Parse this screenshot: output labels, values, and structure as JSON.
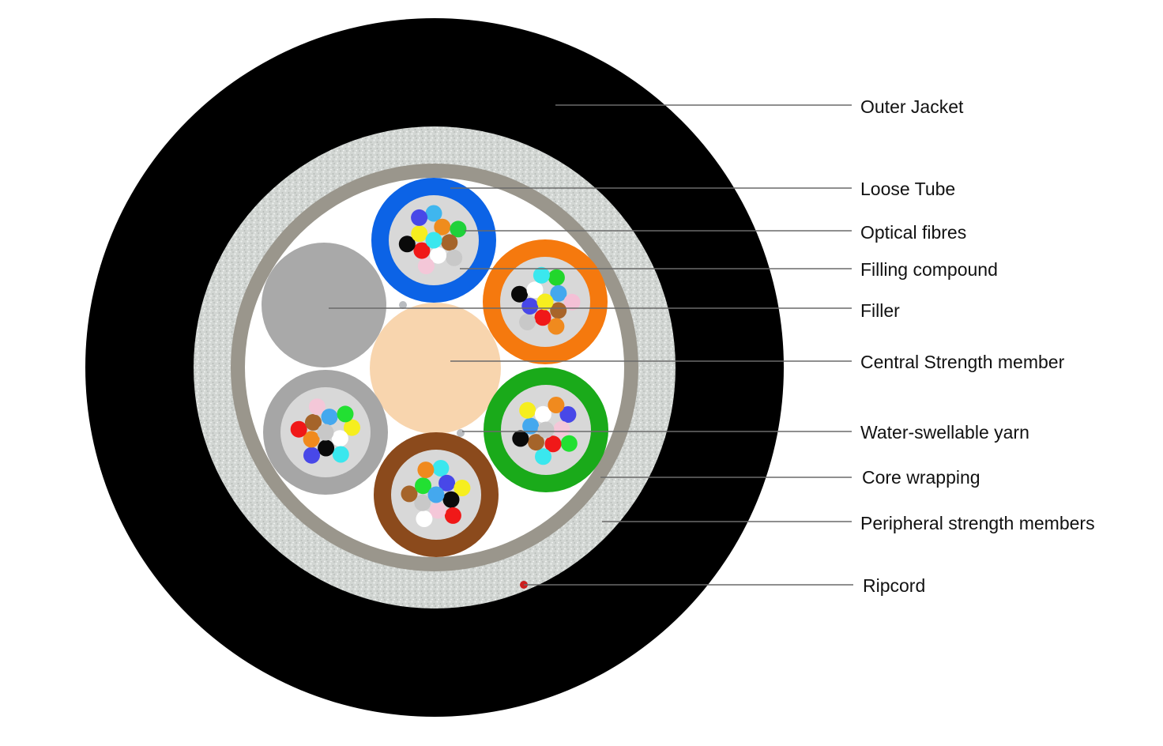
{
  "colors": {
    "outer_jacket": "#000000",
    "armour_layer": "#d3d6d4",
    "core_wrapping": "#9a968c",
    "core_fill": "#ffffff",
    "filler": "#a9a9a9",
    "central_member": "#f8d5ae",
    "tube_inner": "#d8d8d8",
    "tube_core": "#c9c9c9",
    "ripcord": "#cc1e1e",
    "yarn": "#b9bcc0",
    "leader_line": "#6a6a6a"
  },
  "tubes": [
    {
      "name": "blue-tube",
      "color": "#0c63e6",
      "fibres": [
        "#3fb6ee",
        "#ef8c1d",
        "#1fd13a",
        "#a5642a",
        "#c8c8c8",
        "#ffffff",
        "#f4c7d8",
        "#f01818",
        "#0a0a0a",
        "#f6ee1e",
        "#4848e8",
        "#3ae7ee"
      ]
    },
    {
      "name": "orange-tube",
      "color": "#f5790e",
      "fibres": [
        "#22d62c",
        "#44a8ee",
        "#f4c0d6",
        "#a8652a",
        "#f08a1e",
        "#f01818",
        "#c8c8c8",
        "#4848e8",
        "#0a0a0a",
        "#ffffff",
        "#3ae7ee",
        "#f6ee1e"
      ]
    },
    {
      "name": "green-tube",
      "color": "#1aaa1a",
      "fibres": [
        "#4848e8",
        "#f4c7d8",
        "#22e032",
        "#f01818",
        "#3ae7ee",
        "#a5642a",
        "#0a0a0a",
        "#44a8ee",
        "#f6ee1e",
        "#ffffff",
        "#f08a1e",
        "#c8c8c8"
      ]
    },
    {
      "name": "grey-tube",
      "color": "#a6a6a6",
      "fibres": [
        "#f6ee1e",
        "#ffffff",
        "#3ae7ee",
        "#0a0a0a",
        "#4848e8",
        "#f08a1e",
        "#f01818",
        "#a5642a",
        "#f4c7d8",
        "#44a8ee",
        "#22e032",
        "#c8c8c8"
      ]
    },
    {
      "name": "brown-tube",
      "color": "#8b4a1c",
      "fibres": [
        "#3ae7ee",
        "#4848e8",
        "#f6ee1e",
        "#0a0a0a",
        "#f01818",
        "#f4c7d8",
        "#ffffff",
        "#c8c8c8",
        "#a5642a",
        "#22e032",
        "#f08a1e",
        "#44a8ee"
      ]
    }
  ],
  "labels": [
    {
      "id": "outer-jacket",
      "text": "Outer Jacket"
    },
    {
      "id": "loose-tube",
      "text": "Loose Tube"
    },
    {
      "id": "optical-fibres",
      "text": "Optical fibres"
    },
    {
      "id": "filling-compound",
      "text": "Filling compound"
    },
    {
      "id": "filler",
      "text": "Filler"
    },
    {
      "id": "central-strength-member",
      "text": "Central Strength member"
    },
    {
      "id": "water-swellable-yarn",
      "text": "Water-swellable yarn"
    },
    {
      "id": "core-wrapping",
      "text": "Core wrapping"
    },
    {
      "id": "peripheral-strength-members",
      "text": "Peripheral strength members"
    },
    {
      "id": "ripcord",
      "text": "Ripcord"
    }
  ]
}
